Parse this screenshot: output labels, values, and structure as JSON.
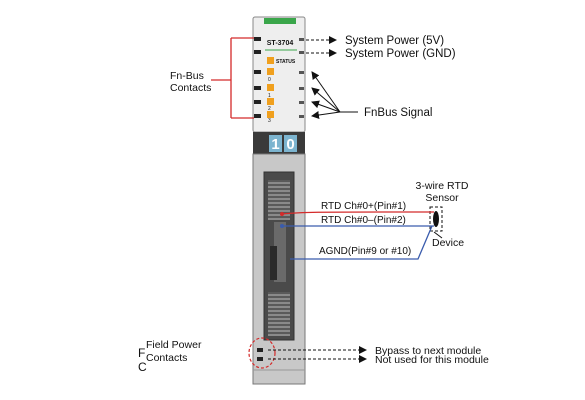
{
  "module": {
    "model": "ST-3704",
    "status_label": "STATUS",
    "channel_labels": [
      "0",
      "1",
      "2",
      "3"
    ],
    "channel_numbers": [
      "1",
      "0"
    ]
  },
  "labels": {
    "fnbus_contacts": [
      "Fn-Bus",
      "Contacts"
    ],
    "system_power_5v": "System Power (5V)",
    "system_power_gnd": "System Power (GND)",
    "fnbus_signal": "FnBus Signal",
    "sensor_title": [
      "3-wire RTD",
      "Sensor"
    ],
    "device": "Device",
    "rtd_plus": "RTD Ch#0+(Pin#1)",
    "rtd_minus": "RTD Ch#0–(Pin#2)",
    "agnd": "AGND(Pin#9 or #10)",
    "field_power_contacts": [
      "Field Power",
      "Contacts"
    ],
    "field_power_cut": [
      "F",
      "C"
    ],
    "bypass": "Bypass to next module",
    "not_used": "Not used for this module"
  },
  "colors": {
    "red": "#d42a2a",
    "blue": "#3a5cad",
    "black": "#111111",
    "green_stripe": "#3aa64a",
    "led_orange": "#f0a01e",
    "module_gray": "#c8c8c8",
    "number_tab": "#7cb4cf"
  }
}
